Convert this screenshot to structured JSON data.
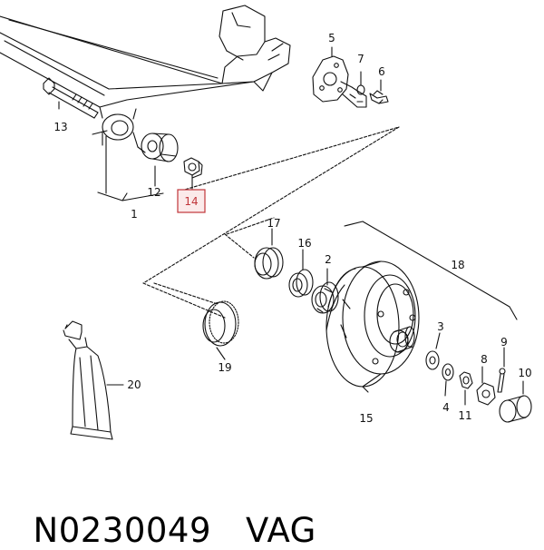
{
  "diagram": {
    "callouts": {
      "c1": "1",
      "c2a": "2",
      "c3": "3",
      "c4": "4",
      "c5": "5",
      "c6": "6",
      "c7": "7",
      "c8": "8",
      "c9": "9",
      "c10": "10",
      "c11": "11",
      "c12": "12",
      "c13": "13",
      "c14": "14",
      "c15": "15",
      "c16": "16",
      "c17": "17",
      "c18": "18",
      "c19": "19",
      "c20": "20"
    },
    "highlighted_callout": "14",
    "colors": {
      "line": "#111111",
      "highlight": "#c0353a",
      "highlight_fill": "#fbeaea"
    }
  },
  "caption": {
    "part_number": "N0230049",
    "brand": "VAG"
  }
}
